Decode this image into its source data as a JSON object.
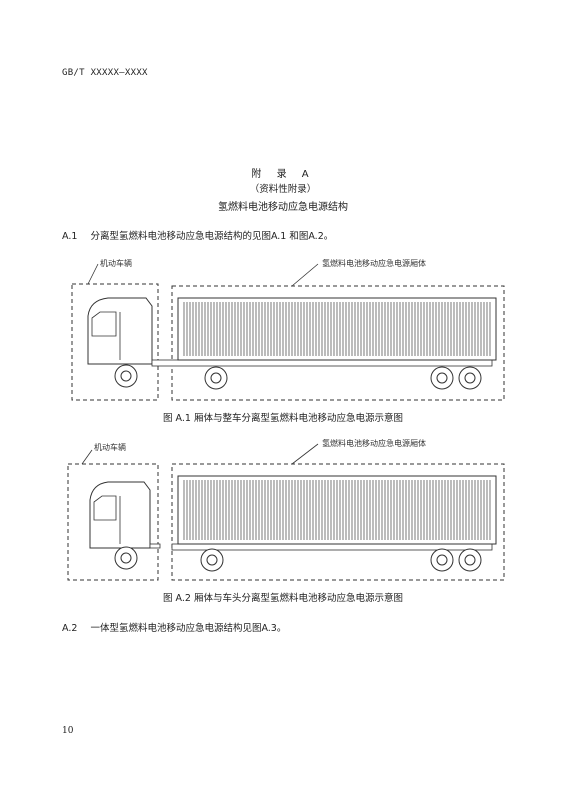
{
  "header": {
    "standard_code": "GB/T XXXXX—XXXX"
  },
  "appendix": {
    "label": "附 录 A",
    "type": "（资料性附录）",
    "title": "氢燃料电池移动应急电源结构"
  },
  "paragraphs": [
    {
      "number": "A.1",
      "text": "分离型氢燃料电池移动应急电源结构的见图A.1 和图A.2。"
    },
    {
      "number": "A.2",
      "text": "一体型氢燃料电池移动应急电源结构见图A.3。"
    }
  ],
  "figures": [
    {
      "label_vehicle": "机动车辆",
      "label_box": "氢燃料电池移动应急电源厢体",
      "caption": "图 A.1   厢体与整车分离型氢燃料电池移动应急电源示意图"
    },
    {
      "label_vehicle": "机动车辆",
      "label_box": "氢燃料电池移动应急电源厢体",
      "caption": "图 A.2   厢体与车头分离型氢燃料电池移动应急电源示意图"
    }
  ],
  "footer": {
    "page_number": "10"
  }
}
